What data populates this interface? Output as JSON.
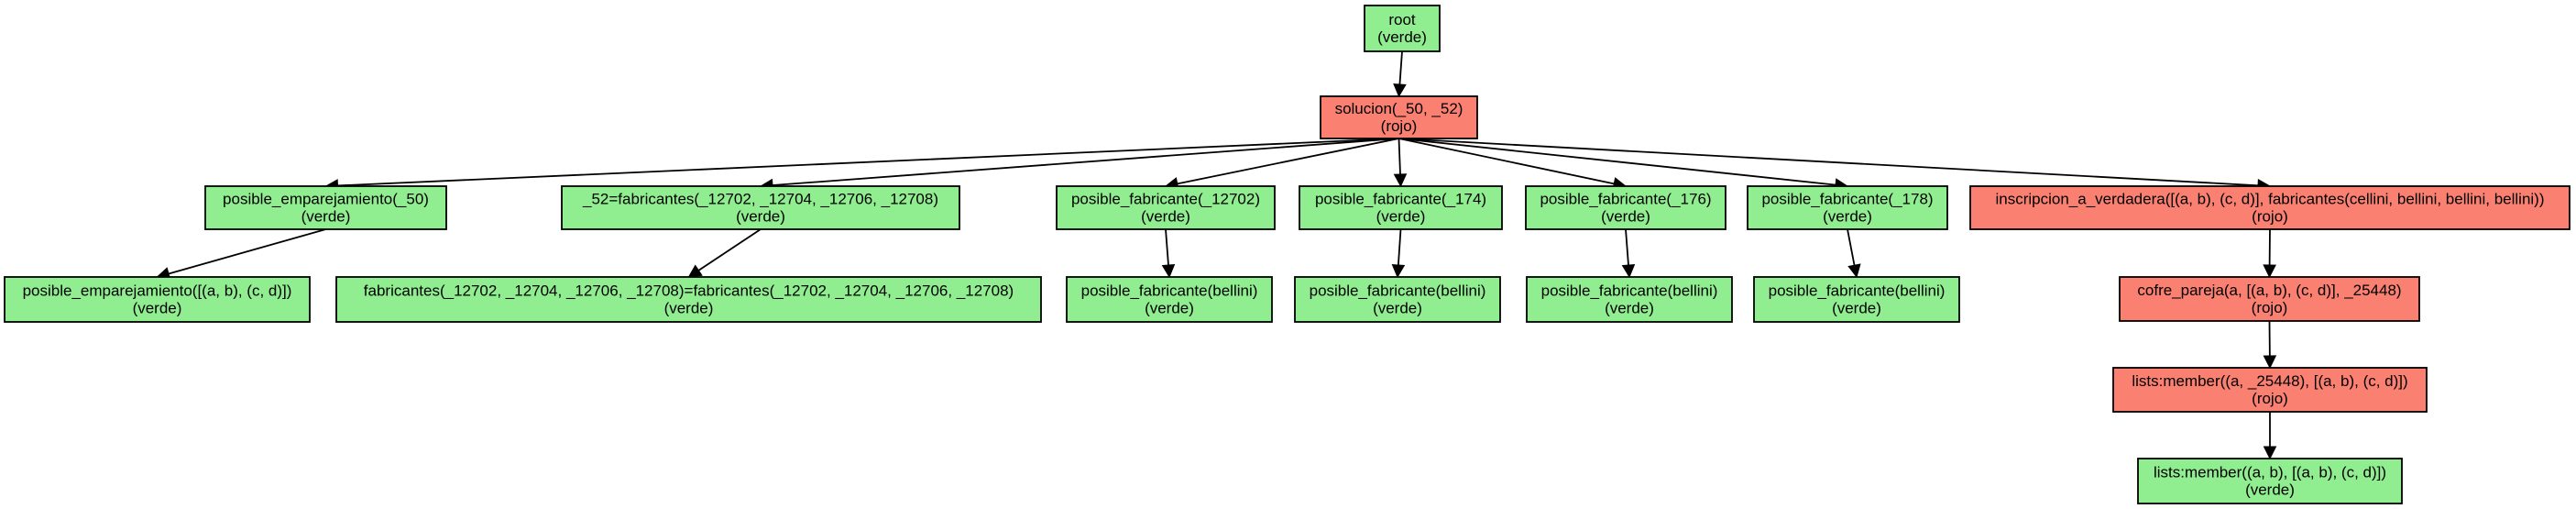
{
  "colors": {
    "verde": "#90ee90",
    "rojo": "#fa8072"
  },
  "nodes": {
    "root": {
      "label": "root",
      "status": "(verde)",
      "color": "verde"
    },
    "sol": {
      "label": "solucion(_50, _52)",
      "status": "(rojo)",
      "color": "rojo"
    },
    "pe": {
      "label": "posible_emparejamiento(_50)",
      "status": "(verde)",
      "color": "verde"
    },
    "pe2": {
      "label": "posible_emparejamiento([(a, b), (c, d)])",
      "status": "(verde)",
      "color": "verde"
    },
    "fab": {
      "label": "_52=fabricantes(_12702, _12704, _12706, _12708)",
      "status": "(verde)",
      "color": "verde"
    },
    "fab2": {
      "label": "fabricantes(_12702, _12704, _12706, _12708)=fabricantes(_12702, _12704, _12706, _12708)",
      "status": "(verde)",
      "color": "verde"
    },
    "pf1": {
      "label": "posible_fabricante(_12702)",
      "status": "(verde)",
      "color": "verde"
    },
    "pf1b": {
      "label": "posible_fabricante(bellini)",
      "status": "(verde)",
      "color": "verde"
    },
    "pf2": {
      "label": "posible_fabricante(_174)",
      "status": "(verde)",
      "color": "verde"
    },
    "pf2b": {
      "label": "posible_fabricante(bellini)",
      "status": "(verde)",
      "color": "verde"
    },
    "pf3": {
      "label": "posible_fabricante(_176)",
      "status": "(verde)",
      "color": "verde"
    },
    "pf3b": {
      "label": "posible_fabricante(bellini)",
      "status": "(verde)",
      "color": "verde"
    },
    "pf4": {
      "label": "posible_fabricante(_178)",
      "status": "(verde)",
      "color": "verde"
    },
    "pf4b": {
      "label": "posible_fabricante(bellini)",
      "status": "(verde)",
      "color": "verde"
    },
    "insc": {
      "label": "inscripcion_a_verdadera([(a, b), (c, d)], fabricantes(cellini, bellini, bellini, bellini))",
      "status": "(rojo)",
      "color": "rojo"
    },
    "cofre": {
      "label": "cofre_pareja(a, [(a, b), (c, d)], _25448)",
      "status": "(rojo)",
      "color": "rojo"
    },
    "mem1": {
      "label": "lists:member((a, _25448), [(a, b), (c, d)])",
      "status": "(rojo)",
      "color": "rojo"
    },
    "mem2": {
      "label": "lists:member((a, b), [(a, b), (c, d)])",
      "status": "(verde)",
      "color": "verde"
    }
  },
  "edges": [
    [
      "root",
      "sol"
    ],
    [
      "sol",
      "pe"
    ],
    [
      "sol",
      "fab"
    ],
    [
      "sol",
      "pf1"
    ],
    [
      "sol",
      "pf2"
    ],
    [
      "sol",
      "pf3"
    ],
    [
      "sol",
      "pf4"
    ],
    [
      "sol",
      "insc"
    ],
    [
      "pe",
      "pe2"
    ],
    [
      "fab",
      "fab2"
    ],
    [
      "pf1",
      "pf1b"
    ],
    [
      "pf2",
      "pf2b"
    ],
    [
      "pf3",
      "pf3b"
    ],
    [
      "pf4",
      "pf4b"
    ],
    [
      "insc",
      "cofre"
    ],
    [
      "cofre",
      "mem1"
    ],
    [
      "mem1",
      "mem2"
    ]
  ]
}
